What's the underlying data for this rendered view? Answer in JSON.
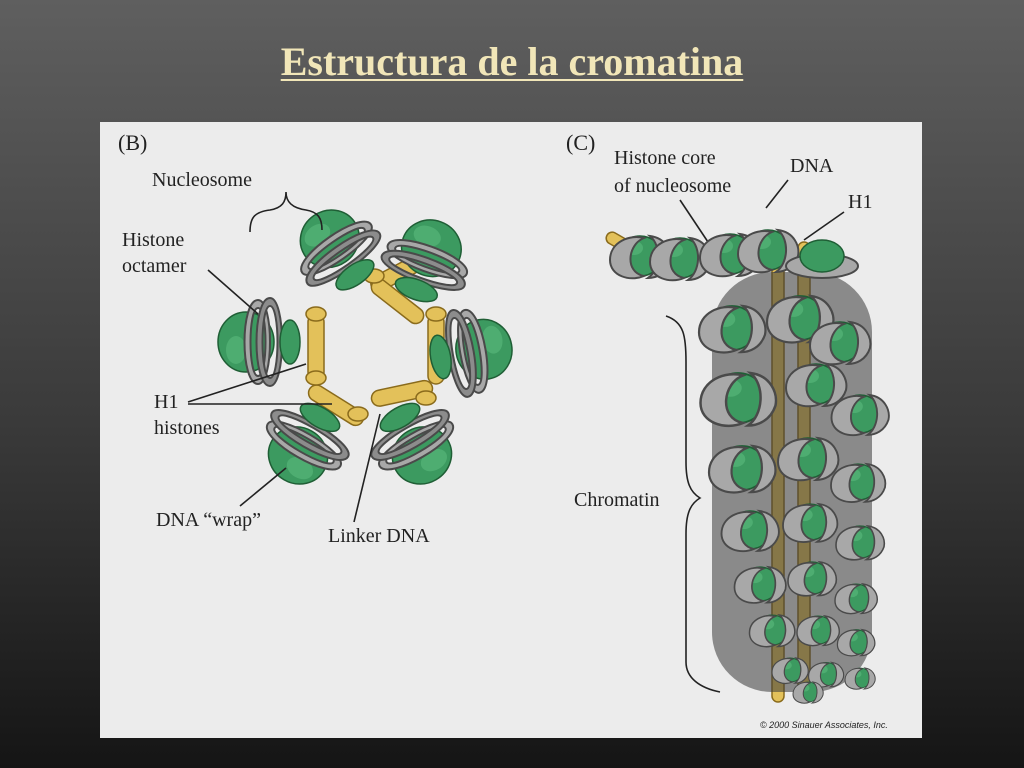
{
  "title": "Estructura de la cromatina",
  "panel_b": {
    "letter": "(B)",
    "labels": {
      "nucleosome": "Nucleosome",
      "histone_octamer_line1": "Histone",
      "histone_octamer_line2": "octamer",
      "h1_line1": "H1",
      "h1_line2": "histones",
      "dna_wrap": "DNA “wrap”",
      "linker_dna": "Linker DNA"
    }
  },
  "panel_c": {
    "letter": "(C)",
    "labels": {
      "histone_core_line1": "Histone core",
      "histone_core_line2": "of nucleosome",
      "dna": "DNA",
      "h1": "H1",
      "chromatin": "Chromatin"
    }
  },
  "copyright": "© 2000 Sinauer Associates, Inc.",
  "colors": {
    "histone_green": "#3c9a60",
    "dna_gray": "#a8a8a8",
    "linker_gold": "#e3c15a",
    "title": "#f1e6b8",
    "figure_background": "#ececec"
  }
}
